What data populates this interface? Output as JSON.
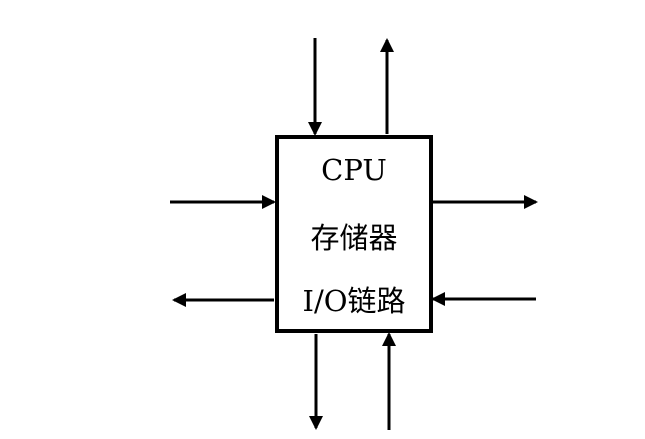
{
  "diagram": {
    "box": {
      "lines": [
        "CPU",
        "存储器",
        "I/O链路"
      ]
    },
    "arrows": [
      {
        "side": "top",
        "direction": "in"
      },
      {
        "side": "top",
        "direction": "out"
      },
      {
        "side": "left",
        "direction": "in"
      },
      {
        "side": "left",
        "direction": "out"
      },
      {
        "side": "right",
        "direction": "out"
      },
      {
        "side": "right",
        "direction": "in"
      },
      {
        "side": "bottom",
        "direction": "out"
      },
      {
        "side": "bottom",
        "direction": "in"
      }
    ],
    "colors": {
      "line": "#000000",
      "background": "#ffffff"
    }
  }
}
